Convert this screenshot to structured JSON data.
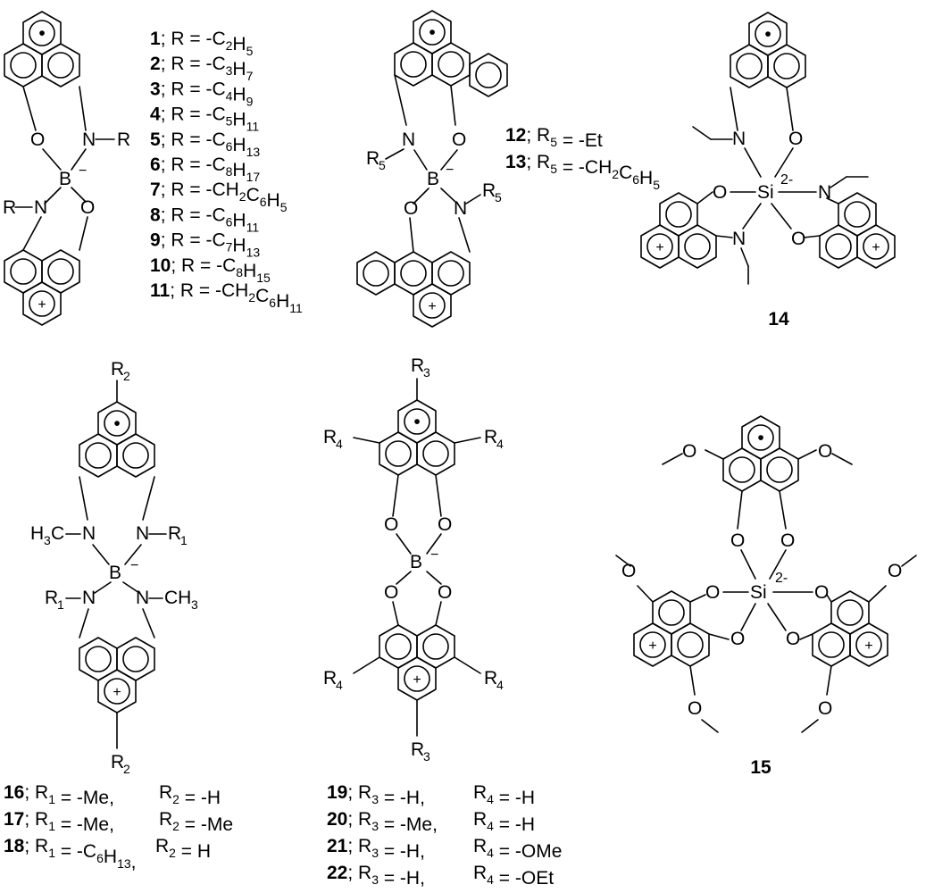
{
  "series_1_11": [
    {
      "num": "1",
      "text": "; R = -C",
      "sub1": "2",
      "mid": "H",
      "sub2": "5"
    },
    {
      "num": "2",
      "text": "; R = -C",
      "sub1": "3",
      "mid": "H",
      "sub2": "7"
    },
    {
      "num": "3",
      "text": "; R = -C",
      "sub1": "4",
      "mid": "H",
      "sub2": "9"
    },
    {
      "num": "4",
      "text": "; R = -C",
      "sub1": "5",
      "mid": "H",
      "sub2": "11"
    },
    {
      "num": "5",
      "text": "; R = -C",
      "sub1": "6",
      "mid": "H",
      "sub2": "13"
    },
    {
      "num": "6",
      "text": "; R = -C",
      "sub1": "8",
      "mid": "H",
      "sub2": "17"
    },
    {
      "num": "7",
      "text": "; R = -CH",
      "sub1": "2",
      "mid": "C",
      "sub2": "6",
      "tail": "H",
      "sub3": "5"
    },
    {
      "num": "8",
      "text": "; R = -C",
      "sub1": "6",
      "mid": "H",
      "sub2": "11"
    },
    {
      "num": "9",
      "text": "; R = -C",
      "sub1": "7",
      "mid": "H",
      "sub2": "13"
    },
    {
      "num": "10",
      "text": "; R = -C",
      "sub1": "8",
      "mid": "H",
      "sub2": "15"
    },
    {
      "num": "11",
      "text": "; R = -CH",
      "sub1": "2",
      "mid": "C",
      "sub2": "6",
      "tail": "H",
      "sub3": "11"
    }
  ],
  "series_12_13": [
    {
      "num": "12",
      "text": "; R",
      "sub1": "5",
      "rest": " = -Et"
    },
    {
      "num": "13",
      "text": "; R",
      "sub1": "5",
      "rest": " = -CH",
      "sub2": "2",
      "mid": "C",
      "sub3": "6",
      "tail": "H",
      "sub4": "5"
    }
  ],
  "compound_14": "14",
  "compound_15": "15",
  "series_16_18": [
    {
      "num": "16",
      "r1": "-Me,",
      "r2": "-H"
    },
    {
      "num": "17",
      "r1": "-Me,",
      "r2": "-Me"
    },
    {
      "num": "18",
      "r1": "-C",
      "r1sub": "6",
      "r1mid": "H",
      "r1sub2": "13",
      "r1tail": ",",
      "r2": "H"
    }
  ],
  "series_19_22": [
    {
      "num": "19",
      "r3": "-H,",
      "r4": "-H"
    },
    {
      "num": "20",
      "r3": "-Me,",
      "r4": "-H"
    },
    {
      "num": "21",
      "r3": "-H,",
      "r4": "-OMe"
    },
    {
      "num": "22",
      "r3": "-H,",
      "r4": "-OEt"
    }
  ],
  "atoms": {
    "O": "O",
    "N": "N",
    "B": "B",
    "Si": "Si",
    "R": "R",
    "minus": "−",
    "two_minus": "2-",
    "plus": "+",
    "dot": "•",
    "H3C": "H",
    "CH3": "CH"
  }
}
